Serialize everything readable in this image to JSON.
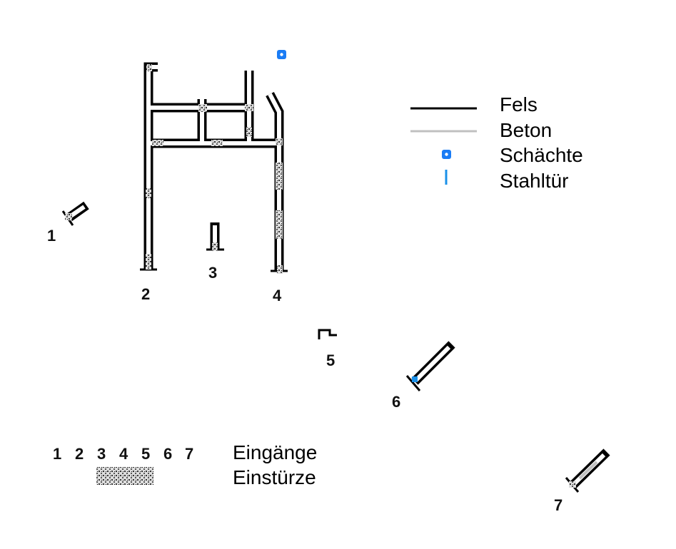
{
  "legend": {
    "items": [
      {
        "label": "Fels",
        "color": "#000000"
      },
      {
        "label": "Beton",
        "color": "#c0c0c0"
      },
      {
        "label": "Schächte",
        "color": "#1a7cf5"
      },
      {
        "label": "Stahltür",
        "color": "#1a90e8"
      }
    ],
    "entrances_label": "Eingänge",
    "collapses_label": "Einstürze",
    "numbers": [
      "1",
      "2",
      "3",
      "4",
      "5",
      "6",
      "7"
    ]
  },
  "entrances": [
    {
      "label": "1"
    },
    {
      "label": "2"
    },
    {
      "label": "3"
    },
    {
      "label": "4"
    },
    {
      "label": "5"
    },
    {
      "label": "6"
    },
    {
      "label": "7"
    }
  ]
}
